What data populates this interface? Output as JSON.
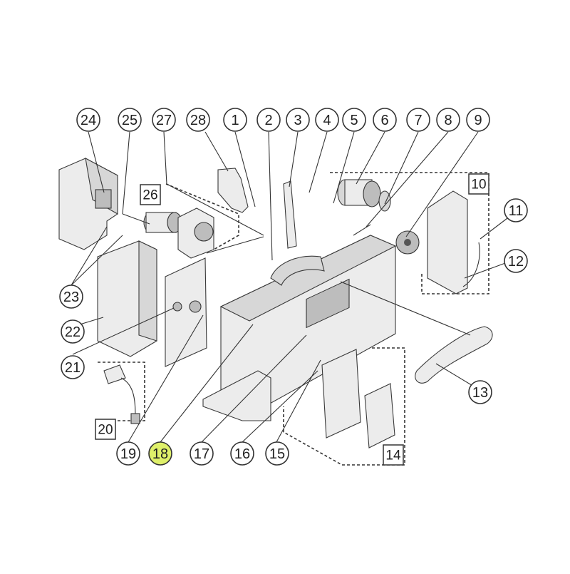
{
  "diagram": {
    "callouts": [
      {
        "id": "24",
        "label": "24",
        "highlighted": false
      },
      {
        "id": "25",
        "label": "25",
        "highlighted": false
      },
      {
        "id": "27",
        "label": "27",
        "highlighted": false
      },
      {
        "id": "28",
        "label": "28",
        "highlighted": false
      },
      {
        "id": "1",
        "label": "1",
        "highlighted": false
      },
      {
        "id": "2",
        "label": "2",
        "highlighted": false
      },
      {
        "id": "3",
        "label": "3",
        "highlighted": false
      },
      {
        "id": "4",
        "label": "4",
        "highlighted": false
      },
      {
        "id": "5",
        "label": "5",
        "highlighted": false
      },
      {
        "id": "6",
        "label": "6",
        "highlighted": false
      },
      {
        "id": "7",
        "label": "7",
        "highlighted": false
      },
      {
        "id": "8",
        "label": "8",
        "highlighted": false
      },
      {
        "id": "9",
        "label": "9",
        "highlighted": false
      },
      {
        "id": "11",
        "label": "11",
        "highlighted": false
      },
      {
        "id": "12",
        "label": "12",
        "highlighted": false
      },
      {
        "id": "13",
        "label": "13",
        "highlighted": false
      },
      {
        "id": "15",
        "label": "15",
        "highlighted": false
      },
      {
        "id": "16",
        "label": "16",
        "highlighted": false
      },
      {
        "id": "17",
        "label": "17",
        "highlighted": false
      },
      {
        "id": "18",
        "label": "18",
        "highlighted": true
      },
      {
        "id": "19",
        "label": "19",
        "highlighted": false
      },
      {
        "id": "21",
        "label": "21",
        "highlighted": false
      },
      {
        "id": "22",
        "label": "22",
        "highlighted": false
      },
      {
        "id": "23",
        "label": "23",
        "highlighted": false
      }
    ],
    "group_labels": [
      {
        "id": "10",
        "label": "10"
      },
      {
        "id": "14",
        "label": "14"
      },
      {
        "id": "20",
        "label": "20"
      },
      {
        "id": "26",
        "label": "26"
      }
    ],
    "colors": {
      "highlight": "#dff06a",
      "line": "#333333",
      "part_fill": "#ececec"
    }
  }
}
